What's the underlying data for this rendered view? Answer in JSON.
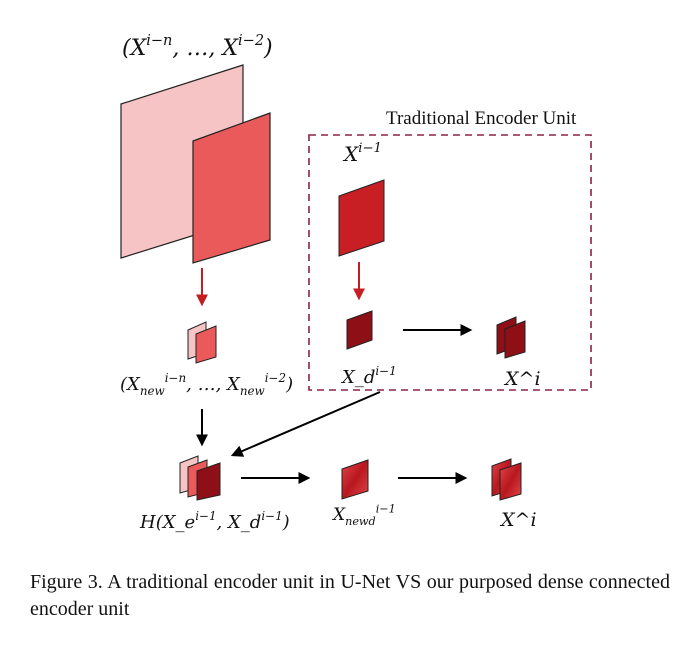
{
  "diagram": {
    "top_input_label": "(X^{i−n}, …, X^{i−2})",
    "unit_title": "Traditional Encoder Unit",
    "unit_input_label": "X^{i−1}",
    "downsampled_label": "X_d^{i−1}",
    "unit_output_label": "X^i",
    "new_features_label": "(X_{new}^{i−n}, …, X_{new}^{i−2})",
    "concat_label": "H(X_e^{i−1}, X_d^{i−1})",
    "fused_label": "X_{newd}^{i−1}",
    "final_output_label": "X^i"
  },
  "colors": {
    "light_pink": "#f6c4c4",
    "salmon": "#eb5a5a",
    "red": "#c81f24",
    "dark_red": "#8e1016",
    "arrow_red": "#c41e22",
    "box_dash": "#8c2340"
  },
  "caption": "Figure 3. A traditional encoder unit in U-Net VS our purposed dense connected encoder unit"
}
